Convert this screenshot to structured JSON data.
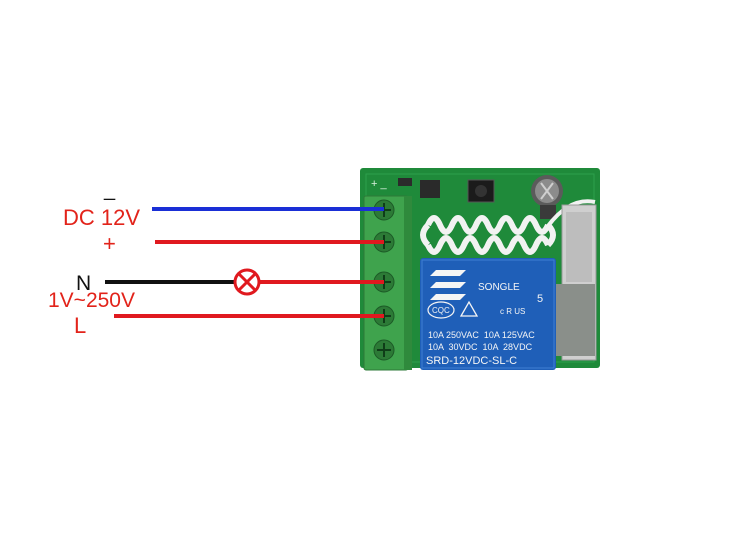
{
  "labels": {
    "dc_minus": "_",
    "dc_voltage": "DC 12V",
    "dc_plus": "+",
    "ac_neutral": "N",
    "ac_range": "1V~250V",
    "ac_live": "L"
  },
  "relay": {
    "brand": "SONGLE",
    "cert_cqc": "CQC",
    "ul_mark": "c R US",
    "ul_number": "5",
    "rating_row1": "10A 250VAC  10A 125VAC",
    "rating_row2": "10A  30VDC  10A  28VDC",
    "model": "SRD-12VDC-SL-C"
  },
  "board": {
    "silk_plus_minus": "+ _"
  },
  "colors": {
    "label_red": "#e2231a",
    "wire_blue": "#1a2fd6",
    "wire_red": "#e0191f",
    "wire_black": "#111111",
    "pcb_green": "#1f8a3a",
    "terminal_green": "#3fa34d",
    "relay_blue": "#1f5fb8"
  }
}
